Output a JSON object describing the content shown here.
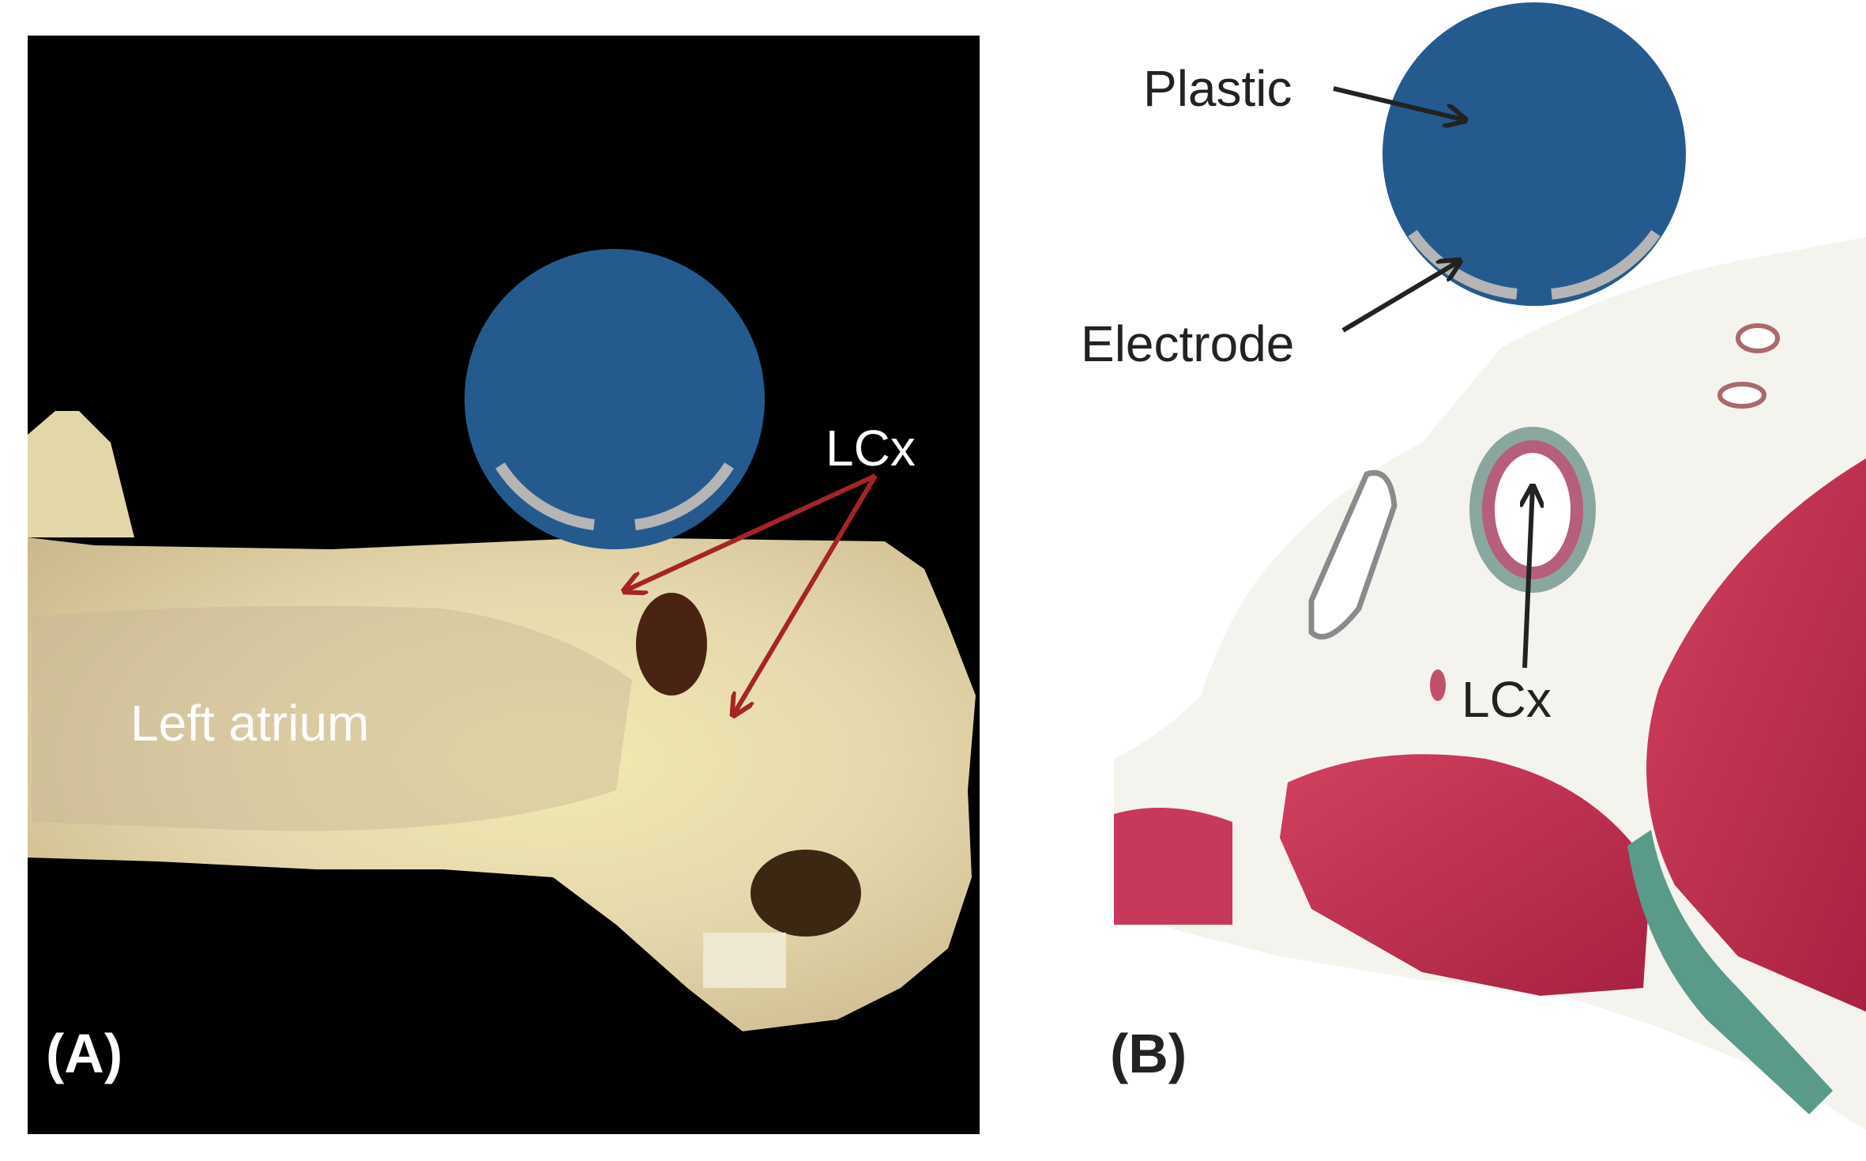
{
  "panels": {
    "a": {
      "label": "(A)",
      "annotations": {
        "lcx": "LCx",
        "left_atrium": "Left atrium"
      }
    },
    "b": {
      "label": "(B)",
      "annotations": {
        "plastic": "Plastic",
        "electrode": "Electrode",
        "lcx": "LCx"
      }
    }
  },
  "colors": {
    "photo_background": "#000000",
    "plastic_disc": "#255a8f",
    "electrode": "#b5b5b5",
    "arrow_panel_a": "#a52525",
    "arrow_panel_b": "#222222",
    "tissue": "#e8dcb4",
    "muscle_stain": "#c42f4f",
    "connective_stain": "#5a9a88"
  }
}
